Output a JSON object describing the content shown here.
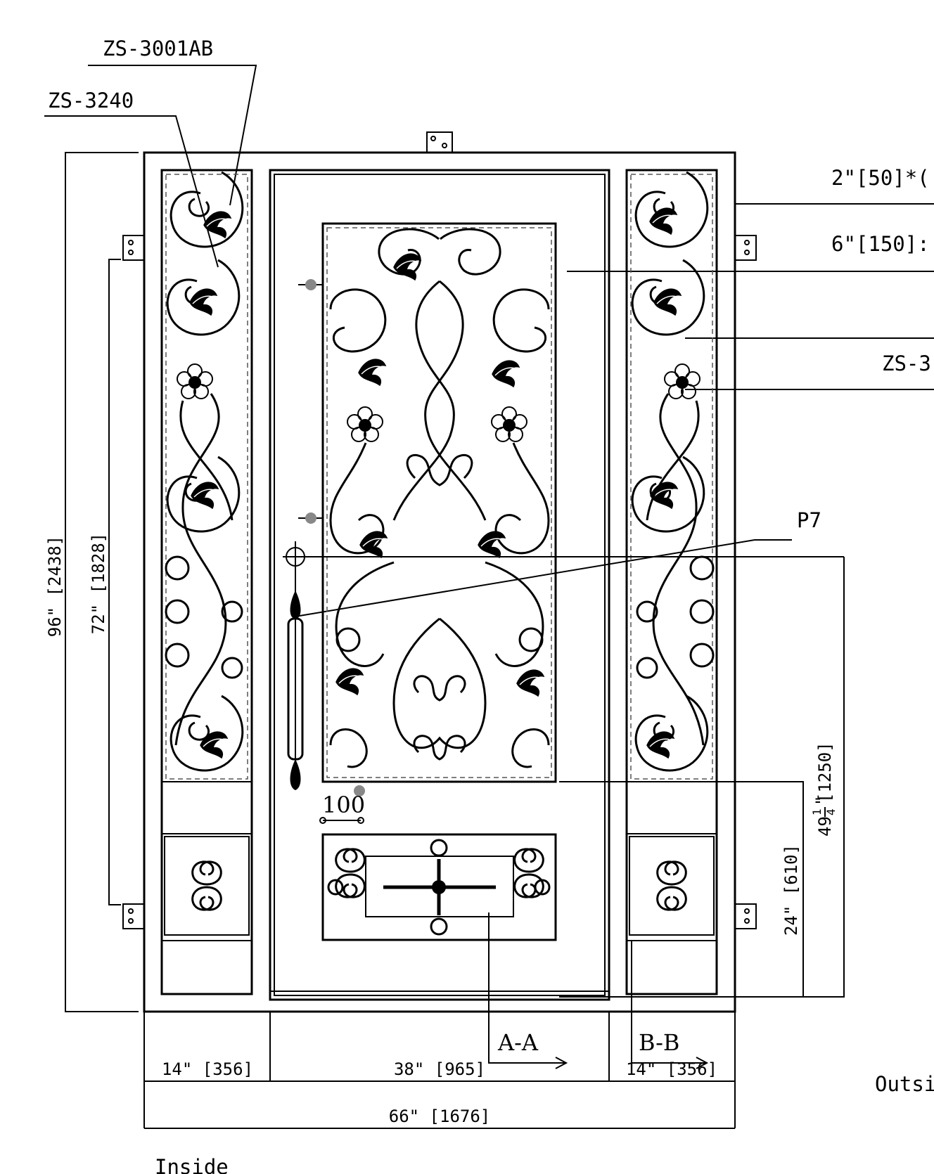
{
  "callouts": {
    "top_part": "ZS-3001AB",
    "side_part": "ZS-3240",
    "frame_profile": "2\"[50]*(",
    "panel_profile": "6\"[150]:",
    "flower_part": "ZS-3",
    "handle": "P7"
  },
  "dimensions": {
    "overall_height": "96\" [2438]",
    "hinge_span": "72\" [1828]",
    "glass_height": "[1250]",
    "glass_height_whole": "49",
    "glass_height_num": "1",
    "glass_height_den": "4",
    "glass_height_in": "\"",
    "bottom_height": "24\" [610]",
    "sidelite_left_width": "14\" [356]",
    "door_width": "38\" [965]",
    "sidelite_right_width": "14\" [356]",
    "overall_width": "66\" [1676]",
    "handle_offset": "100"
  },
  "sections": {
    "a": "A-A",
    "b": "B-B"
  },
  "faces": {
    "outside": "Outsi",
    "inside": "Inside"
  }
}
